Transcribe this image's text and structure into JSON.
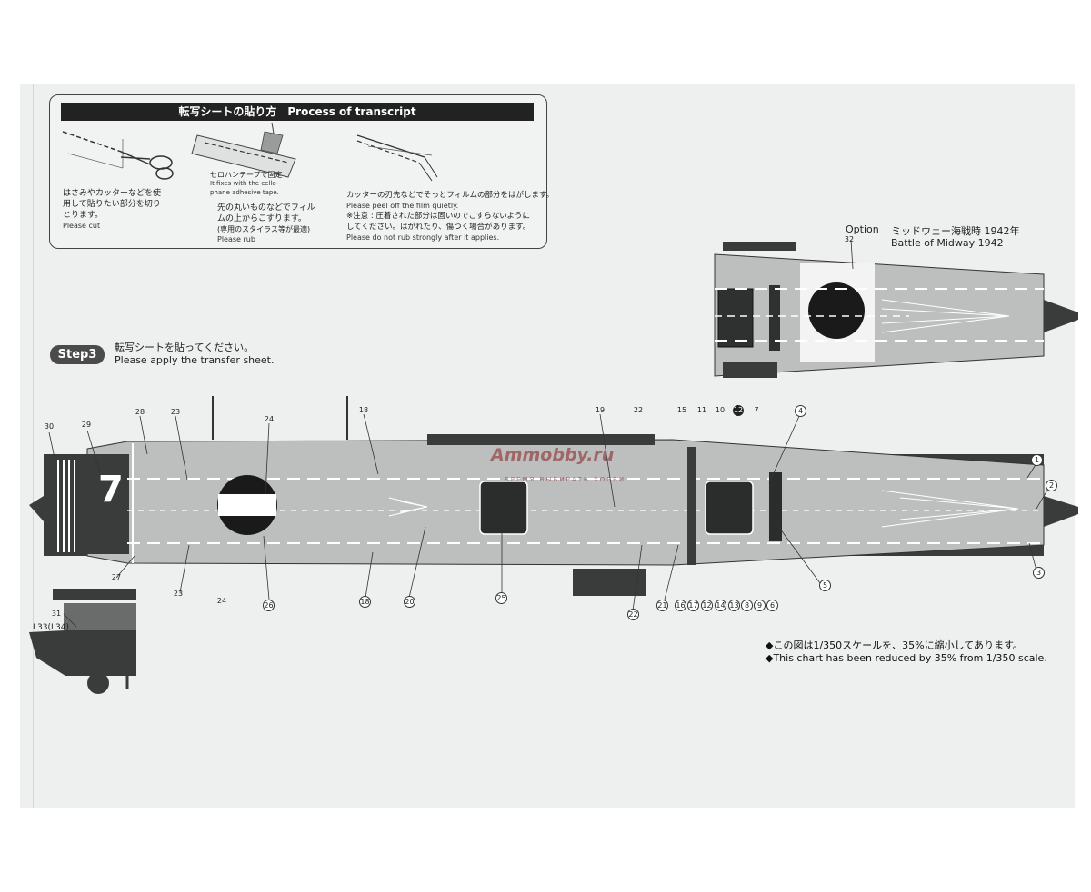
{
  "howto": {
    "title": "転写シートの貼り方　Process of transcript",
    "step_cut_ja": [
      "はさみやカッターなどを使",
      "用して貼りたい部分を切り",
      "とります。"
    ],
    "step_cut_en": "Please cut",
    "step_tape_ja": "セロハンテープで固定",
    "step_tape_en": [
      "It fixes with the cello-",
      "phane adhesive tape."
    ],
    "step_rub_ja": [
      "先の丸いものなどでフィル",
      "ムの上からこすります。"
    ],
    "step_rub_note": "(専用のスタイラス等が最適)",
    "step_rub_en": "Please rub",
    "step_peel_ja": "カッターの刃先などでそっとフィルムの部分をはがします。",
    "step_peel_en": "Please peel off the film quietly.",
    "step_warn_ja": [
      "※注意 : 圧着された部分は固いのでこすらないように",
      "してください。はがれたり、傷つく場合があります。"
    ],
    "step_warn_en": "Please do not rub strongly after it applies."
  },
  "step3": {
    "badge": "Step3",
    "instruction_ja": "転写シートを貼ってください。",
    "instruction_en": "Please apply the transfer sheet."
  },
  "option": {
    "label": "Option",
    "number": "32",
    "caption_ja": "ミッドウェー海戦時 1942年",
    "caption_en": "Battle of Midway 1942"
  },
  "hull_code": "7",
  "side_view_label_31": "31",
  "side_view_label_L33": "L33(L34)",
  "callouts": {
    "c30": "30",
    "c29": "29",
    "c28": "28",
    "c23a": "23",
    "c24a": "24",
    "c18a": "18",
    "c19": "19",
    "c22a": "22",
    "c15": "15",
    "c11": "11",
    "c10": "10",
    "c12": "12",
    "c7": "7",
    "c4": "4",
    "c1": "1",
    "c2": "2",
    "c3": "3",
    "c27": "27",
    "c23b": "23",
    "c24b": "24",
    "c26": "26",
    "c18b": "18",
    "c20": "20",
    "c25": "25",
    "c22b": "22",
    "c21": "21",
    "c16": "16",
    "c17": "17",
    "c12b": "12",
    "c14": "14",
    "c13": "13",
    "c8": "8",
    "c9": "9",
    "c6": "6",
    "c5": "5"
  },
  "scale_note_ja": "◆この図は1/350スケールを、35%に縮小してあります。",
  "scale_note_en": "◆This  chart has been reduced by 35% from 1/350 scale.",
  "watermark": "Ammobby.ru",
  "watermark_sub": "ВРЕМЯ ВЫБИРАТЬ ХОББИ",
  "colors": {
    "deck": "#bcbfbe",
    "hull": "#3a3c3b",
    "badge": "#4b4b4b",
    "title_bar": "#222222",
    "hinomaru": "#1a1a1a"
  }
}
